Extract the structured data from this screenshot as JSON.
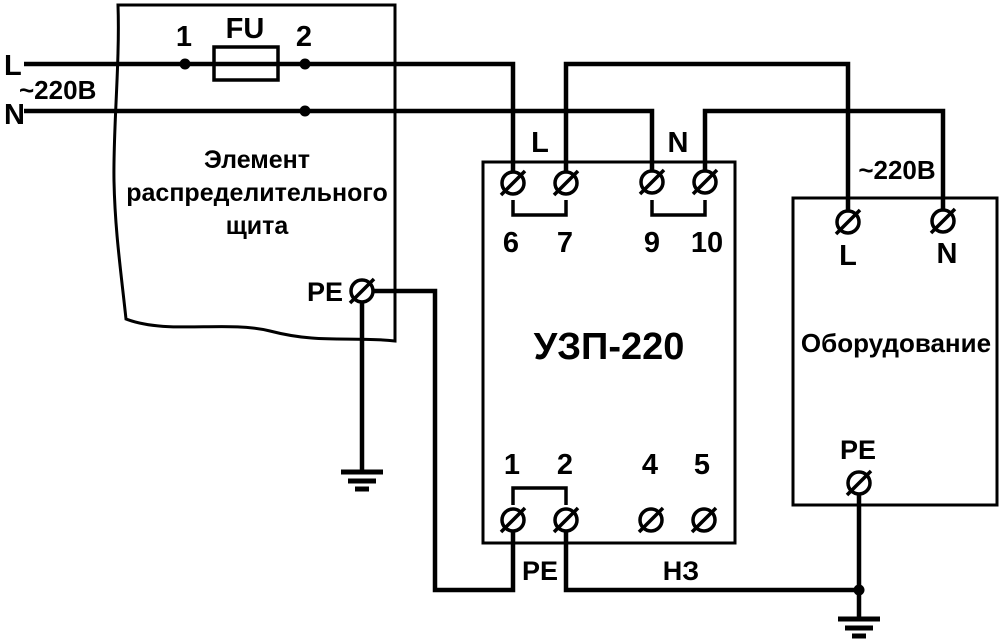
{
  "colors": {
    "ink": "#000000",
    "paper": "#ffffff"
  },
  "feed": {
    "l_label": "L",
    "voltage_label": "~220В",
    "n_label": "N"
  },
  "distribution_board": {
    "terminal_1_label": "1",
    "fuse_label": "FU",
    "terminal_2_label": "2",
    "title_line_1": "Элемент",
    "title_line_2": "распределительного",
    "title_line_3": "щита",
    "pe_label": "PE"
  },
  "uzp_device": {
    "title": "УЗП-220",
    "top_l_label": "L",
    "top_n_label": "N",
    "terminal_6_label": "6",
    "terminal_7_label": "7",
    "terminal_9_label": "9",
    "terminal_10_label": "10",
    "terminal_1_label": "1",
    "terminal_2_label": "2",
    "terminal_4_label": "4",
    "terminal_5_label": "5",
    "pe_label": "PE",
    "nz_label": "НЗ"
  },
  "equipment": {
    "title": "Оборудование",
    "voltage_label": "~220В",
    "l_label": "L",
    "n_label": "N",
    "pe_label": "PE"
  }
}
